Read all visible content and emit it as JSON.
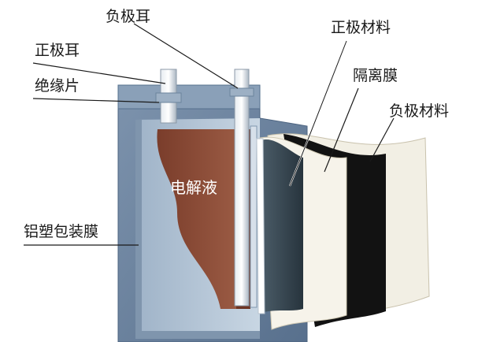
{
  "labels": {
    "negative_tab": "负极耳",
    "positive_tab": "正极耳",
    "insulation_sheet": "绝缘片",
    "positive_material": "正极材料",
    "separator": "隔离膜",
    "negative_material": "负极材料",
    "pouch_film": "铝塑包装膜",
    "electrolyte": "电解液"
  },
  "colors": {
    "casing": "#6f87a3",
    "casing_light": "#a9bccf",
    "electrolyte": "#8a4a35",
    "positive_sheet": "#3a4a56",
    "separator_sheet": "#f4f1e6",
    "negative_sheet": "#111111",
    "tab": "#c9d2dc"
  }
}
